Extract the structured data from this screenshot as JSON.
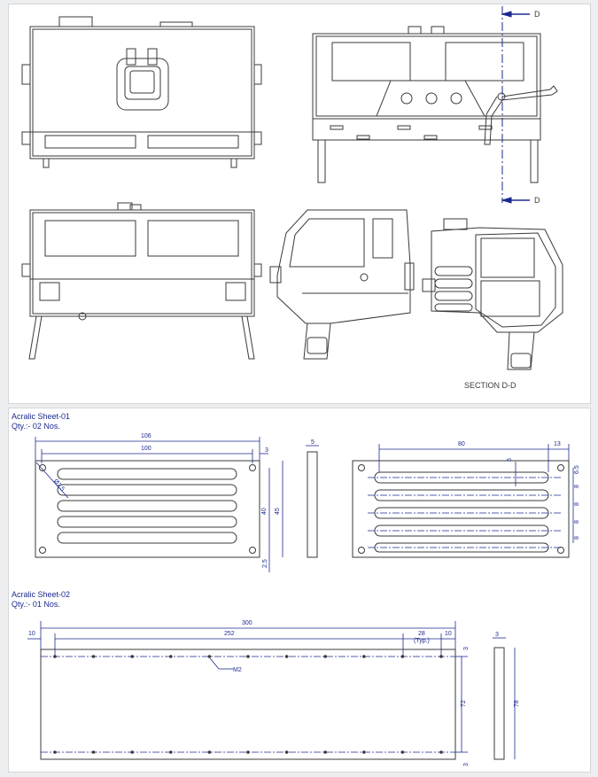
{
  "colors": {
    "line": "#3a3a3a",
    "dim": "#1b2a8f",
    "panel": "#ffffff",
    "background": "#eceef0"
  },
  "top": {
    "section_cut_label": "D",
    "section_caption": "SECTION D-D"
  },
  "sheet1": {
    "title": "Acralic Sheet-01",
    "qty": "Qty.:- 02 Nos.",
    "dims": {
      "overall_width": "106",
      "inner_width": "100",
      "edge_3": "3",
      "thickness": "5",
      "height_40": "40",
      "height_45": "45",
      "edge_2_5": "2.5",
      "hole_dia": "Ø2.5",
      "slot_length": "80",
      "slot_end": "13",
      "slot_width": "5",
      "pitch_6_5": "6.5",
      "pitch_8a": "8",
      "pitch_8b": "8",
      "pitch_8c": "8",
      "pitch_8d": "8"
    }
  },
  "sheet2": {
    "title": "Acralic Sheet-02",
    "qty": "Qty.:- 01 Nos.",
    "dims": {
      "overall": "300",
      "inner": "252",
      "left_edge": "10",
      "right_edge": "10",
      "pitch": "28",
      "pitch_note": "(Typ.)",
      "hole": "M2",
      "height_72": "72",
      "height_78": "78",
      "edge_top": "3",
      "edge_bottom": "3",
      "thickness": "3"
    }
  }
}
